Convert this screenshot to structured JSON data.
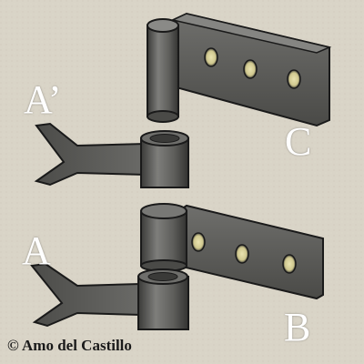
{
  "labels": {
    "a_prime": "A’",
    "c": "C",
    "a": "A",
    "b": "B"
  },
  "copyright": "© Amo del Castillo",
  "colors": {
    "background": "#d9d4c7",
    "metal_light": "#7a7a78",
    "metal_mid": "#5f5f5d",
    "metal_dark": "#3c3c3a",
    "outline": "#1a1a1a",
    "label_text": "#ffffff"
  }
}
